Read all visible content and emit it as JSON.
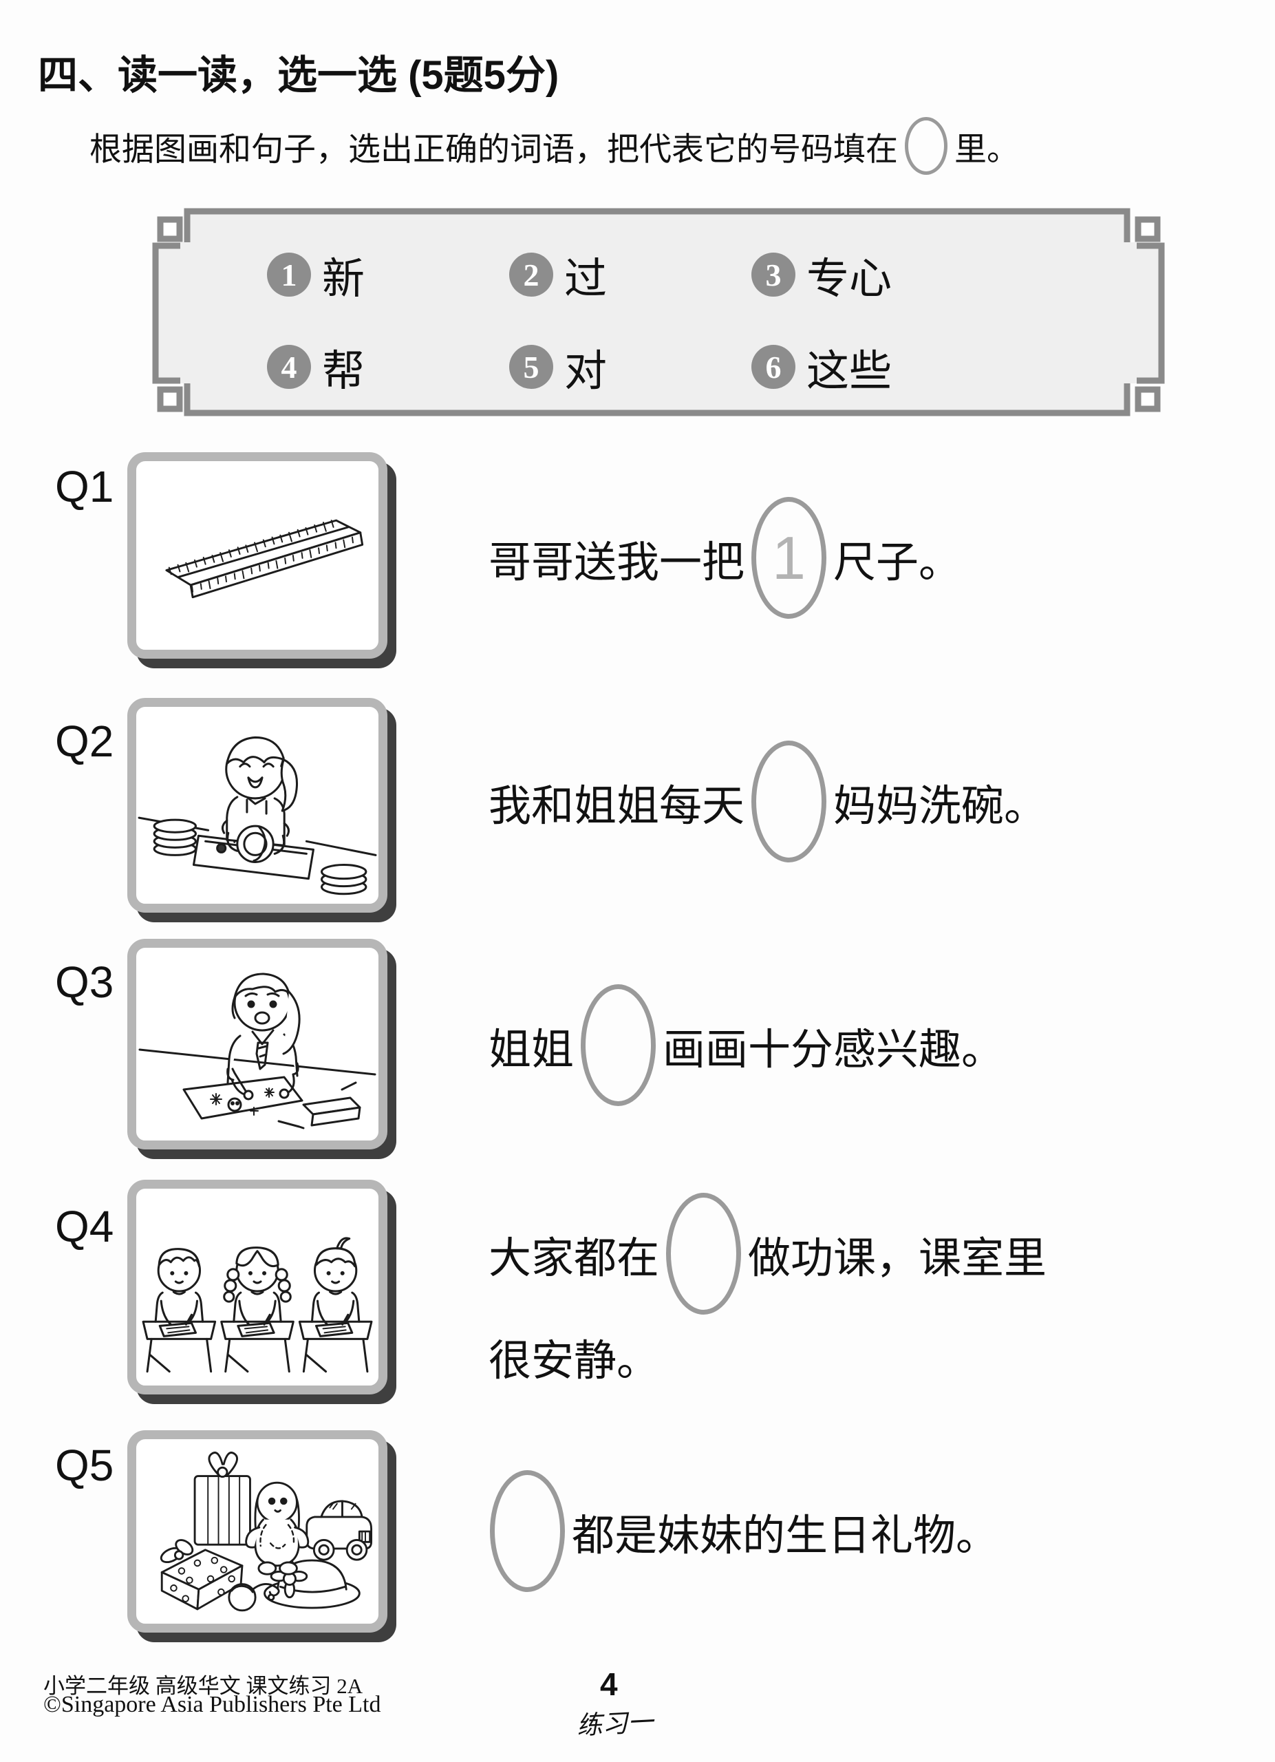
{
  "colors": {
    "panel_bg": "#efefef",
    "frame": "#8a8a8a",
    "badge": "#8d8d8d",
    "circle_stroke": "#9a9a9a",
    "box_border": "#b6b6b6",
    "box_shadow": "#3f3f3f",
    "answer_gray": "#b3b3b3",
    "ink": "#1c1c1c"
  },
  "header": {
    "title": "四、读一读，选一选 (5题5分)"
  },
  "instruction": {
    "before_circle": "根据图画和句子，选出正确的词语，把代表它的号码填在",
    "after_circle": "里。"
  },
  "options": [
    {
      "num": "1",
      "word": "新"
    },
    {
      "num": "2",
      "word": "过"
    },
    {
      "num": "3",
      "word": "专心"
    },
    {
      "num": "4",
      "word": "帮"
    },
    {
      "num": "5",
      "word": "对"
    },
    {
      "num": "6",
      "word": "这些"
    }
  ],
  "questions": [
    {
      "label": "Q1",
      "image": "ruler",
      "before": "哥哥送我一把",
      "answer": "1",
      "after": "尺子。",
      "line2": ""
    },
    {
      "label": "Q2",
      "image": "girl-washing-dishes",
      "before": "我和姐姐每天",
      "answer": "",
      "after": "妈妈洗碗。",
      "line2": ""
    },
    {
      "label": "Q3",
      "image": "girl-drawing",
      "before": "姐姐",
      "answer": "",
      "after": "画画十分感兴趣。",
      "line2": ""
    },
    {
      "label": "Q4",
      "image": "children-writing-at-desks",
      "before": "大家都在",
      "answer": "",
      "after": "做功课，课室里",
      "line2": "很安静。"
    },
    {
      "label": "Q5",
      "image": "birthday-presents-and-toys",
      "before": "",
      "answer": "",
      "after": "都是妹妹的生日礼物。",
      "line2": ""
    }
  ],
  "footer": {
    "series": "小学二年级 高级华文 课文练习 2A",
    "copyright": "©Singapore Asia Publishers Pte Ltd",
    "page_number": "4",
    "exercise_label": "练习一"
  }
}
